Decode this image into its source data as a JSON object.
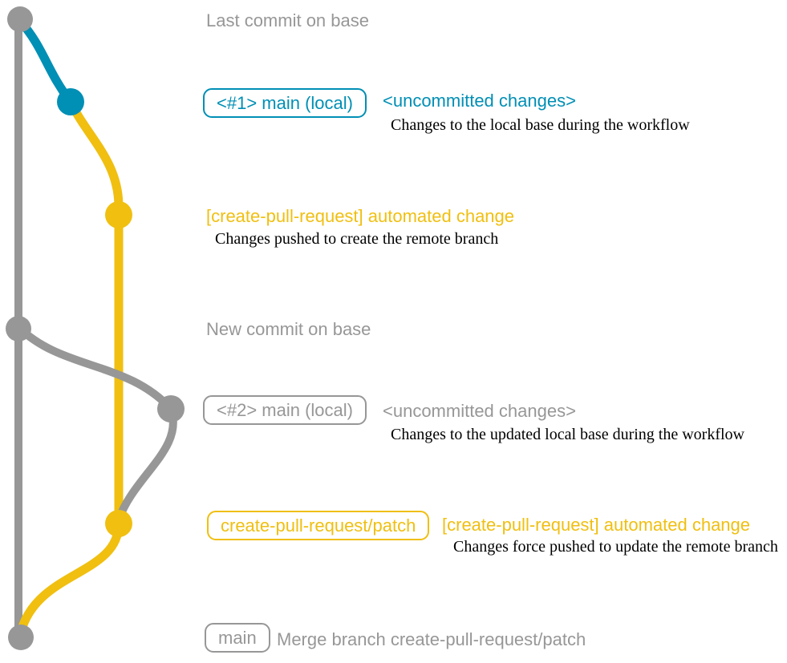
{
  "colors": {
    "gray": "#979797",
    "blue": "#008fb5",
    "yellow": "#f0bf10",
    "ink": "#000000",
    "background": "#ffffff"
  },
  "diagram": {
    "base_branch": {
      "last_commit_label": "Last commit on base",
      "new_commit_label": "New commit on base"
    },
    "local_main_1": {
      "branch_tag": "<#1> main (local)",
      "message": "<uncommitted changes>",
      "note": "Changes to the local base during the workflow"
    },
    "cpr_commit_1": {
      "message": "[create-pull-request] automated change",
      "note": "Changes pushed to create the remote branch"
    },
    "local_main_2": {
      "branch_tag": "<#2> main (local)",
      "message": "<uncommitted changes>",
      "note": "Changes to the updated local base during the workflow"
    },
    "cpr_commit_2": {
      "branch_tag": "create-pull-request/patch",
      "message": "[create-pull-request] automated change",
      "note": "Changes force pushed to update the remote branch"
    },
    "merge_commit": {
      "branch_tag": "main",
      "message": "Merge branch create-pull-request/patch"
    }
  }
}
